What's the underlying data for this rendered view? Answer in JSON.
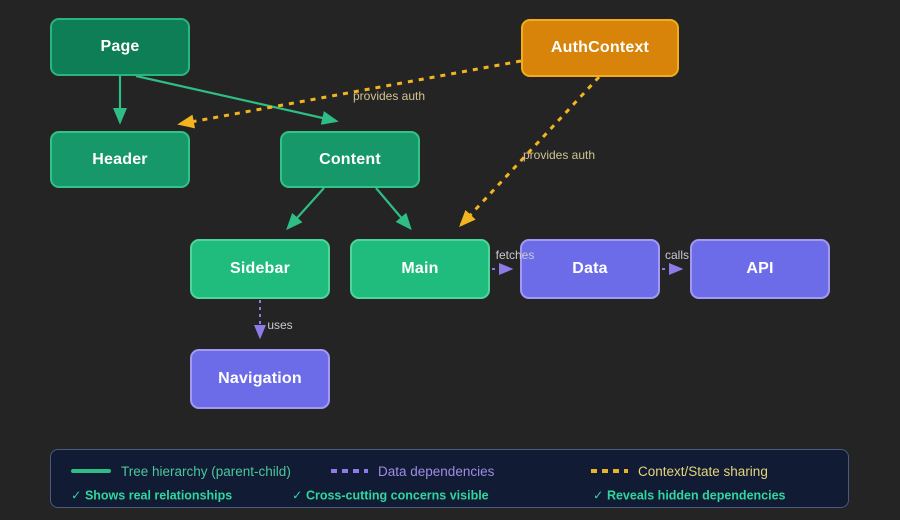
{
  "canvas": {
    "background": "#242424"
  },
  "nodes": {
    "page": {
      "label": "Page",
      "fill": "#0E7E56",
      "border": "#29B57E"
    },
    "header": {
      "label": "Header",
      "fill": "#17986B",
      "border": "#33C287"
    },
    "content": {
      "label": "Content",
      "fill": "#17986B",
      "border": "#33C287"
    },
    "auth_context": {
      "label": "AuthContext",
      "fill": "#D8830A",
      "border": "#F2AC1E"
    },
    "sidebar": {
      "label": "Sidebar",
      "fill": "#1FBC7E",
      "border": "#4FD49B"
    },
    "main": {
      "label": "Main",
      "fill": "#1FBC7E",
      "border": "#4FD49B"
    },
    "data": {
      "label": "Data",
      "fill": "#6C6CE9",
      "border": "#A29AF2"
    },
    "api": {
      "label": "API",
      "fill": "#6C6CE9",
      "border": "#A29AF2"
    },
    "navigation": {
      "label": "Navigation",
      "fill": "#6C6CE9",
      "border": "#A29AF2"
    }
  },
  "edges": {
    "page_to_header": {
      "from": "Page",
      "to": "Header",
      "style": "tree-solid-green"
    },
    "page_to_content": {
      "from": "Page",
      "to": "Content",
      "style": "tree-solid-green"
    },
    "content_to_sidebar": {
      "from": "Content",
      "to": "Sidebar",
      "style": "tree-solid-green"
    },
    "content_to_main": {
      "from": "Content",
      "to": "Main",
      "style": "tree-solid-green"
    },
    "auth_to_header": {
      "from": "AuthContext",
      "to": "Header",
      "style": "context-dashed-yellow",
      "label": "provides auth"
    },
    "auth_to_main": {
      "from": "AuthContext",
      "to": "Main",
      "style": "context-dashed-yellow",
      "label": "provides auth"
    },
    "sidebar_to_navigation": {
      "from": "Sidebar",
      "to": "Navigation",
      "style": "data-dashed-purple",
      "label": "uses"
    },
    "main_to_data": {
      "from": "Main",
      "to": "Data",
      "style": "data-dashed-purple",
      "label": "fetches"
    },
    "data_to_api": {
      "from": "Data",
      "to": "API",
      "style": "data-dashed-purple",
      "label": "calls"
    }
  },
  "edge_colors": {
    "tree_hierarchy": "#2EBD84",
    "data_dependency": "#8D7CE8",
    "context_sharing": "#F2B41F"
  },
  "legend": {
    "items": [
      {
        "swatch": "solid-green-line",
        "label": "Tree hierarchy (parent-child)",
        "color": "#2EBD84",
        "text_color": "#4AC79B"
      },
      {
        "swatch": "dashed-purple-line",
        "label": "Data dependencies",
        "color": "#8D7CE8",
        "text_color": "#9D8CE8"
      },
      {
        "swatch": "dashed-yellow-line",
        "label": "Context/State sharing",
        "color": "#E8B32A",
        "text_color": "#E5D47E"
      }
    ],
    "notes": [
      {
        "text": "✓ Shows real relationships"
      },
      {
        "text": "✓ Cross-cutting concerns visible"
      },
      {
        "text": "✓ Reveals hidden dependencies"
      }
    ],
    "notes_color": "#2FD6A0"
  }
}
